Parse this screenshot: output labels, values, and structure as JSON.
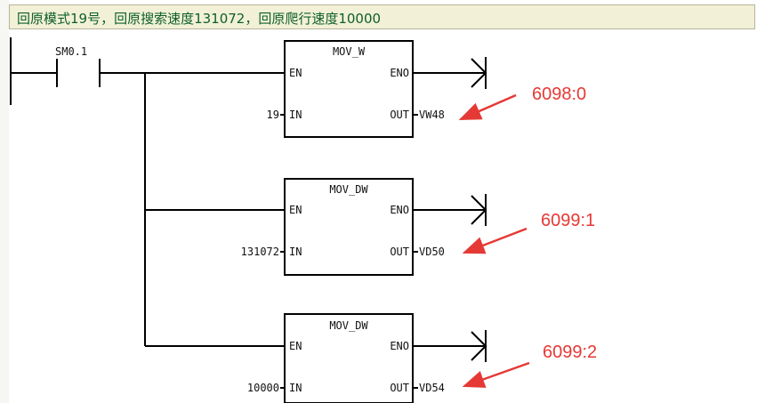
{
  "network_comment": "回原模式19号，回原搜索速度131072，回原爬行速度10000",
  "contact": {
    "label": "SM0.1"
  },
  "blocks": [
    {
      "title": "MOV_W",
      "en": "EN",
      "eno": "ENO",
      "in_label": "IN",
      "out_label": "OUT",
      "in_value": "19",
      "out_value": "VW48",
      "annotation": "6098:0"
    },
    {
      "title": "MOV_DW",
      "en": "EN",
      "eno": "ENO",
      "in_label": "IN",
      "out_label": "OUT",
      "in_value": "131072",
      "out_value": "VD50",
      "annotation": "6099:1"
    },
    {
      "title": "MOV_DW",
      "en": "EN",
      "eno": "ENO",
      "in_label": "IN",
      "out_label": "OUT",
      "in_value": "10000",
      "out_value": "VD54",
      "annotation": "6099:2"
    }
  ],
  "colors": {
    "comment_text": "#0d5f29",
    "comment_bg": "#f2f1d7",
    "annotation": "#e53935",
    "wire": "#000000"
  }
}
